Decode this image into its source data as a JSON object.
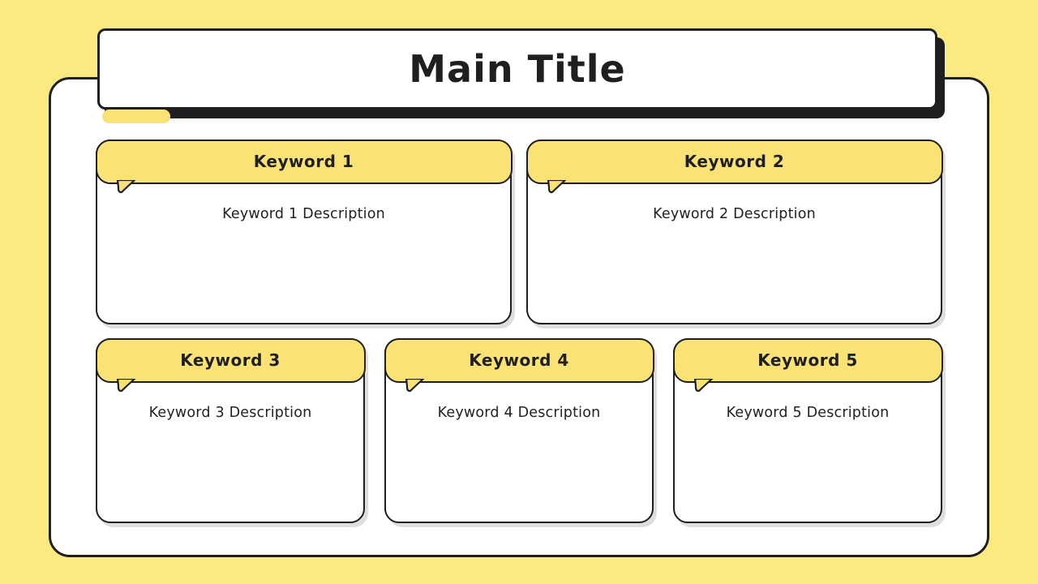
{
  "slide": {
    "title": "Main Title"
  },
  "colors": {
    "background": "#FCE97F",
    "accent_yellow": "#FAE374",
    "border": "#1F1F1F",
    "card_background": "#FFFFFF"
  },
  "cards": [
    {
      "keyword": "Keyword 1",
      "description": "Keyword 1 Description"
    },
    {
      "keyword": "Keyword 2",
      "description": "Keyword 2 Description"
    },
    {
      "keyword": "Keyword 3",
      "description": "Keyword 3 Description"
    },
    {
      "keyword": "Keyword 4",
      "description": "Keyword 4 Description"
    },
    {
      "keyword": "Keyword 5",
      "description": "Keyword 5 Description"
    }
  ]
}
